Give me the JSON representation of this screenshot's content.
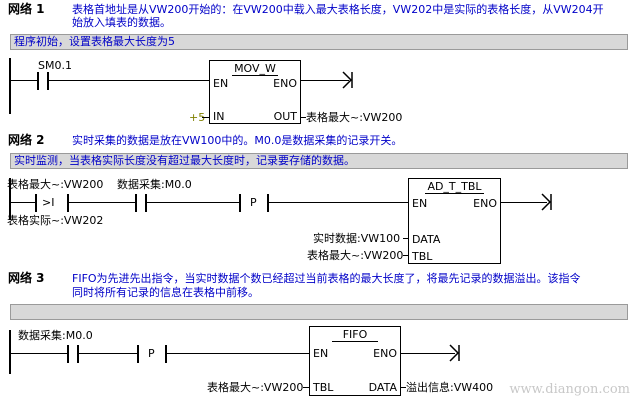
{
  "network1": {
    "title": "网络 1",
    "description_line1": "表格首地址是从VW200开始的：在VW200中载入最大表格长度，VW202中是实际的表格长度，从VW204开",
    "description_line2": "始放入填表的数据。",
    "comment": "程序初始，设置表格最大长度为5",
    "contact_label": "SM0.1",
    "block_title": "MOV_W",
    "pin_en": "EN",
    "pin_eno": "ENO",
    "pin_in": "IN",
    "pin_out": "OUT",
    "in_value": "+5",
    "out_value": "表格最大~:VW200"
  },
  "network2": {
    "title": "网络 2",
    "description": "实时采集的数据是放在VW100中的。M0.0是数据采集的记录开关。",
    "comment": "实时监测，当表格实际长度没有超过最大长度时，记录要存储的数据。",
    "cmp_top_label": "表格最大~:VW200",
    "cmp_op": ">I",
    "cmp_bottom_label": "表格实际~:VW202",
    "contact_label": "数据采集:M0.0",
    "p_label": "P",
    "block_title": "AD_T_TBL",
    "pin_en": "EN",
    "pin_eno": "ENO",
    "pin_data": "DATA",
    "pin_tbl": "TBL",
    "data_value": "实时数据:VW100",
    "tbl_value": "表格最大~:VW200"
  },
  "network3": {
    "title": "网络 3",
    "description_line1": "FIFO为先进先出指令，当实时数据个数已经超过当前表格的最大长度了，将最先记录的数据溢出。该指令",
    "description_line2": "同时将所有记录的信息在表格中前移。",
    "contact_label": "数据采集:M0.0",
    "p_label": "P",
    "block_title": "FIFO",
    "pin_en": "EN",
    "pin_eno": "ENO",
    "pin_tbl": "TBL",
    "pin_data": "DATA",
    "tbl_value": "表格最大~:VW200",
    "data_value": "溢出信息:VW400"
  },
  "watermark": "www.diangon.com",
  "colors": {
    "comment_text": "#0000c8",
    "comment_bg": "#d8d8d8",
    "constant": "#808000"
  }
}
